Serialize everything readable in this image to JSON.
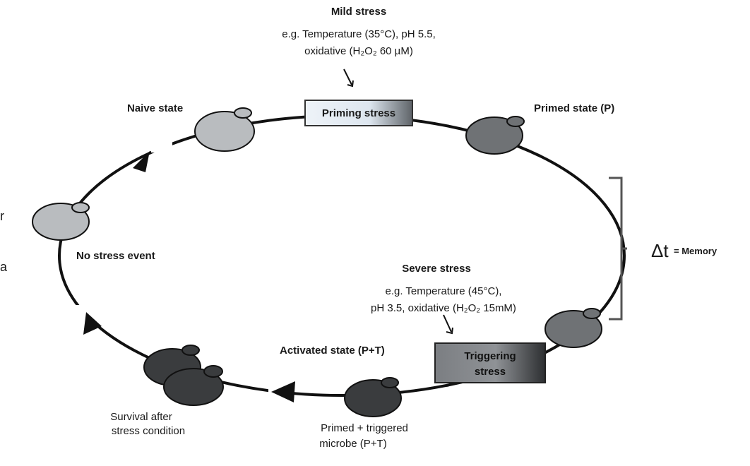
{
  "mild_stress": {
    "title": "Mild stress",
    "line1": "e.g. Temperature (35°C), pH 5.5,",
    "line2": "oxidative (H₂O₂ 60 µM)"
  },
  "priming_box": "Priming stress",
  "naive_label": "Naive state",
  "primed_label": "Primed state (P)",
  "no_stress_label": "No stress event",
  "memory": {
    "symbol": "Δt",
    "text": "= Memory"
  },
  "severe_stress": {
    "title": "Severe stress",
    "line1": "e.g. Temperature (45°C),",
    "line2": "pH 3.5, oxidative (H₂O₂ 15mM)"
  },
  "triggering_box": {
    "line1": "Triggering",
    "line2": "stress"
  },
  "activated_label": "Activated state (P+T)",
  "survival_label": {
    "line1": "Survival after",
    "line2": "stress condition"
  },
  "primed_triggered_label": {
    "line1": "Primed + triggered",
    "line2": "microbe (P+T)"
  },
  "edge_fragments": {
    "r": "r",
    "a": "a"
  },
  "colors": {
    "light_cell": "#b9bcbf",
    "mid_cell": "#6f7275",
    "dark_cell": "#3a3c3e",
    "outline": "#111111"
  }
}
